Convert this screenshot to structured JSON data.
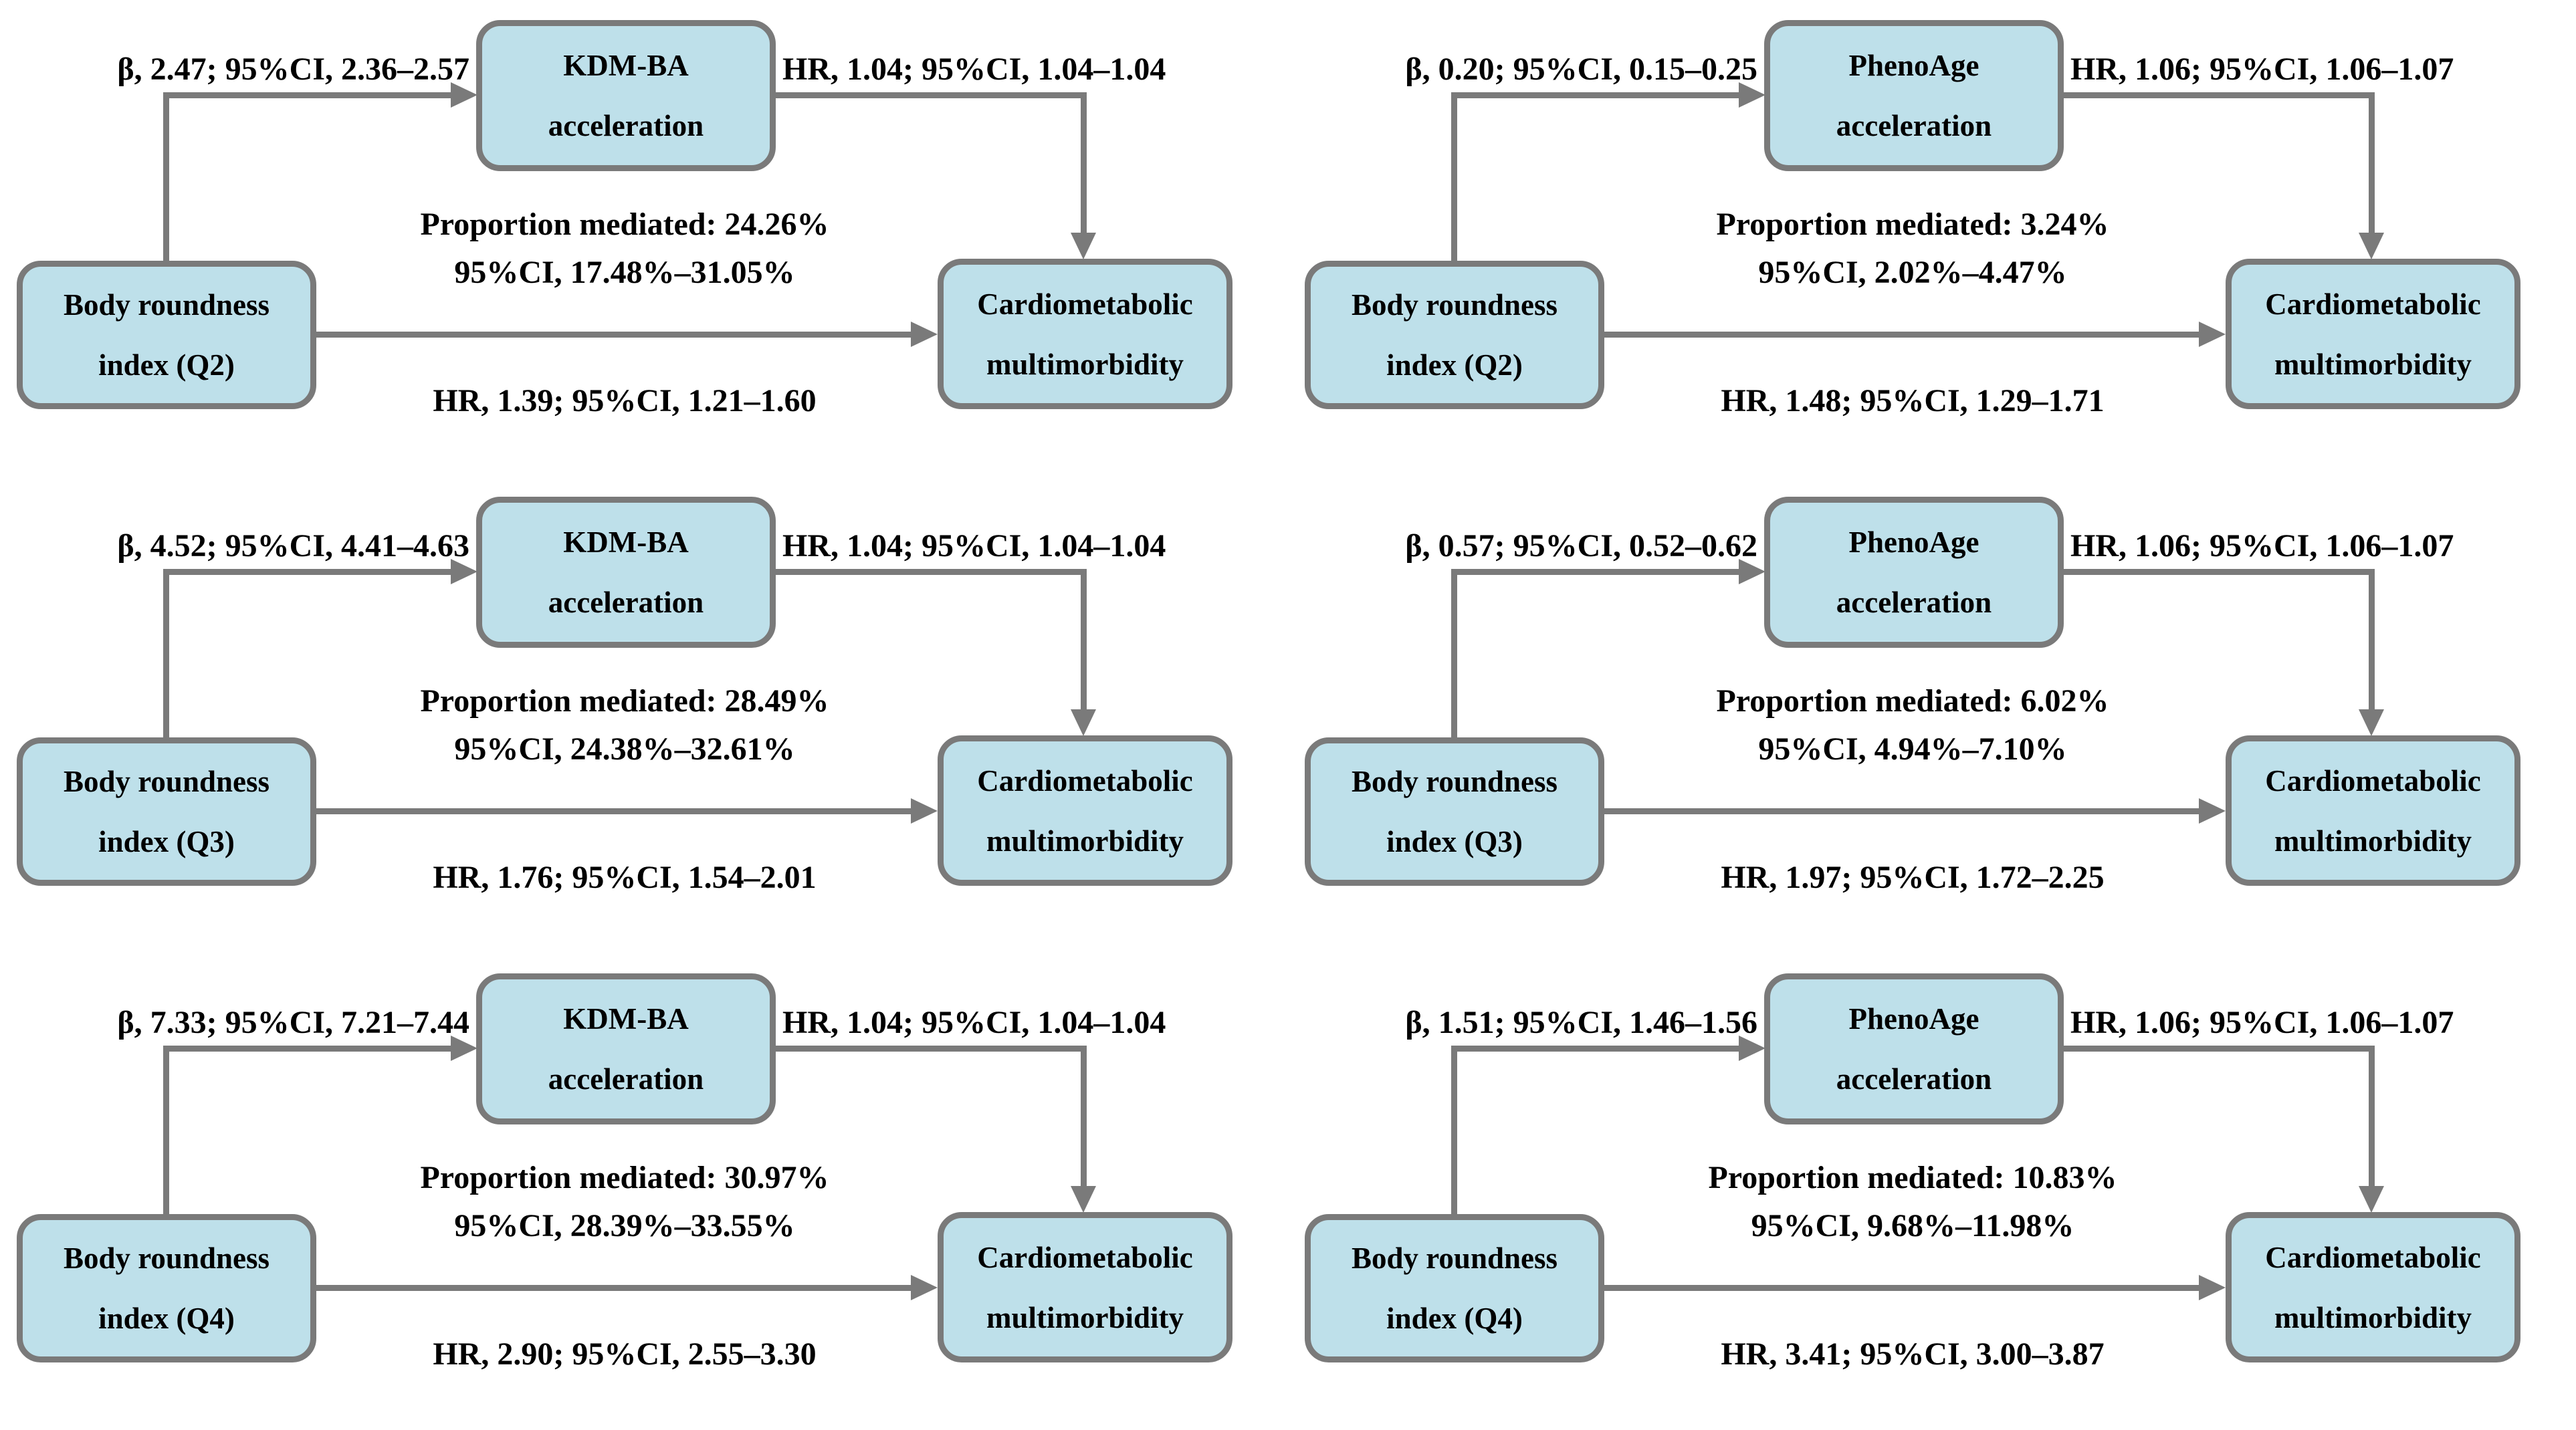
{
  "figure": {
    "description": "Mediation analysis diagrams: body roundness index quartiles, biological age acceleration mediators, and cardiometabolic multimorbidity",
    "rows": 3,
    "columns": 2
  },
  "colors": {
    "box_fill": "#bee0ea",
    "box_border": "#7a7a7a",
    "arrow": "#7a7a7a",
    "text": "#000000",
    "background": "#ffffff"
  },
  "panels": [
    {
      "exposure": {
        "line1": "Body roundness",
        "line2": "index (Q2)"
      },
      "mediator": {
        "line1": "KDM-BA",
        "line2": "acceleration"
      },
      "outcome": {
        "line1": "Cardiometabolic",
        "line2": "multimorbidity"
      },
      "beta_label": "β, 2.47; 95%CI, 2.36–2.57",
      "mediator_hr_label": "HR, 1.04; 95%CI, 1.04–1.04",
      "proportion_line1": "Proportion mediated: 24.26%",
      "proportion_line2": "95%CI, 17.48%–31.05%",
      "direct_hr_label": "HR, 1.39; 95%CI, 1.21–1.60"
    },
    {
      "exposure": {
        "line1": "Body roundness",
        "line2": "index (Q2)"
      },
      "mediator": {
        "line1": "PhenoAge",
        "line2": "acceleration"
      },
      "outcome": {
        "line1": "Cardiometabolic",
        "line2": "multimorbidity"
      },
      "beta_label": "β, 0.20; 95%CI, 0.15–0.25",
      "mediator_hr_label": "HR, 1.06; 95%CI, 1.06–1.07",
      "proportion_line1": "Proportion mediated: 3.24%",
      "proportion_line2": "95%CI, 2.02%–4.47%",
      "direct_hr_label": "HR, 1.48; 95%CI, 1.29–1.71"
    },
    {
      "exposure": {
        "line1": "Body roundness",
        "line2": "index (Q3)"
      },
      "mediator": {
        "line1": "KDM-BA",
        "line2": "acceleration"
      },
      "outcome": {
        "line1": "Cardiometabolic",
        "line2": "multimorbidity"
      },
      "beta_label": "β, 4.52; 95%CI, 4.41–4.63",
      "mediator_hr_label": "HR, 1.04; 95%CI, 1.04–1.04",
      "proportion_line1": "Proportion mediated: 28.49%",
      "proportion_line2": "95%CI, 24.38%–32.61%",
      "direct_hr_label": "HR, 1.76; 95%CI, 1.54–2.01"
    },
    {
      "exposure": {
        "line1": "Body roundness",
        "line2": "index (Q3)"
      },
      "mediator": {
        "line1": "PhenoAge",
        "line2": "acceleration"
      },
      "outcome": {
        "line1": "Cardiometabolic",
        "line2": "multimorbidity"
      },
      "beta_label": "β, 0.57; 95%CI, 0.52–0.62",
      "mediator_hr_label": "HR, 1.06; 95%CI, 1.06–1.07",
      "proportion_line1": "Proportion mediated: 6.02%",
      "proportion_line2": "95%CI, 4.94%–7.10%",
      "direct_hr_label": "HR, 1.97; 95%CI, 1.72–2.25"
    },
    {
      "exposure": {
        "line1": "Body roundness",
        "line2": "index (Q4)"
      },
      "mediator": {
        "line1": "KDM-BA",
        "line2": "acceleration"
      },
      "outcome": {
        "line1": "Cardiometabolic",
        "line2": "multimorbidity"
      },
      "beta_label": "β, 7.33; 95%CI, 7.21–7.44",
      "mediator_hr_label": "HR, 1.04; 95%CI, 1.04–1.04",
      "proportion_line1": "Proportion mediated: 30.97%",
      "proportion_line2": "95%CI, 28.39%–33.55%",
      "direct_hr_label": "HR, 2.90; 95%CI, 2.55–3.30"
    },
    {
      "exposure": {
        "line1": "Body roundness",
        "line2": "index (Q4)"
      },
      "mediator": {
        "line1": "PhenoAge",
        "line2": "acceleration"
      },
      "outcome": {
        "line1": "Cardiometabolic",
        "line2": "multimorbidity"
      },
      "beta_label": "β, 1.51; 95%CI, 1.46–1.56",
      "mediator_hr_label": "HR, 1.06; 95%CI, 1.06–1.07",
      "proportion_line1": "Proportion mediated: 10.83%",
      "proportion_line2": "95%CI, 9.68%–11.98%",
      "direct_hr_label": "HR, 3.41; 95%CI, 3.00–3.87"
    }
  ]
}
